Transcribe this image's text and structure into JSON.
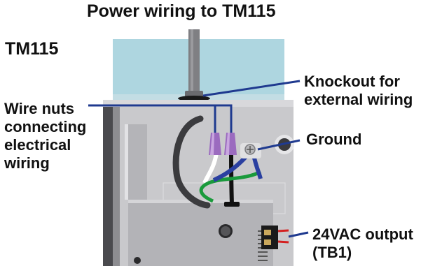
{
  "title": "Power wiring to TM115",
  "model_label": "TM115",
  "callouts": {
    "knockout": [
      "Knockout for",
      "external wiring"
    ],
    "wire_nuts": [
      "Wire nuts",
      "connecting",
      "electrical",
      "wiring"
    ],
    "ground": "Ground",
    "output": [
      "24VAC output",
      "(TB1)"
    ]
  },
  "colors": {
    "leader_line": "#1f3a8f",
    "panel_glass": "#aed6e0",
    "housing": "#c9c9cc",
    "wire_nut_purple": "#9b6bbf",
    "wire_green": "#1a9a3c",
    "wire_blue": "#2a3fa0",
    "terminal_red": "#d42020"
  }
}
